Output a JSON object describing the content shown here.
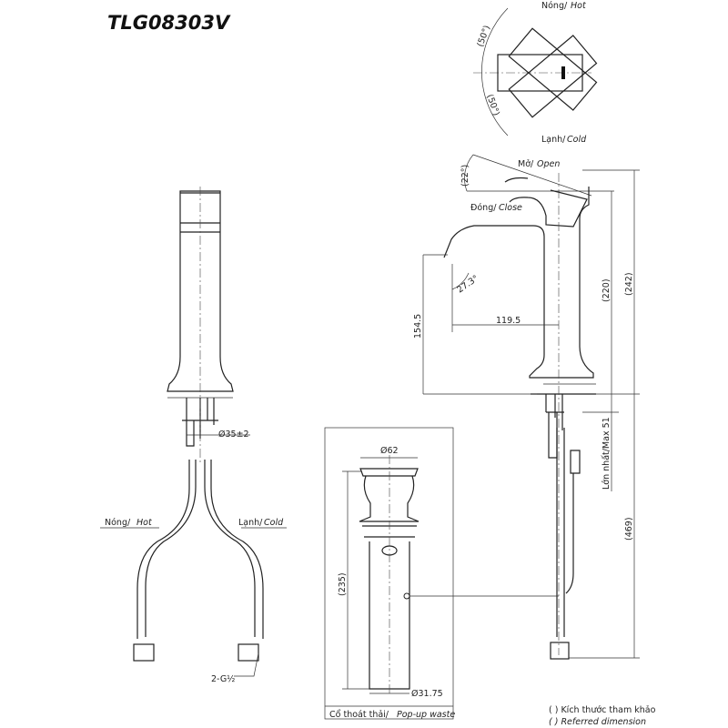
{
  "title": "TLG08303V",
  "top_view": {
    "hot": "Nóng/",
    "hot_en": "Hot",
    "cold": "Lạnh/",
    "cold_en": "Cold",
    "angle_hot": "(50°)",
    "angle_cold": "(50°)"
  },
  "side_view": {
    "open": "Mở/",
    "open_en": "Open",
    "close": "Đóng/",
    "close_en": "Close",
    "lever_angle": "(22°)",
    "spout_angle": "27.3°",
    "reach": "119.5",
    "spout_height": "154.5",
    "height_220": "(220)",
    "height_242": "(242)",
    "max_thickness": "Lớn nhất/Max 51",
    "total_469": "(469)"
  },
  "front_view": {
    "diameter": "Ø35±2",
    "hot": "Nóng/",
    "hot_en": "Hot",
    "cold": "Lạnh/",
    "cold_en": "Cold",
    "thread": "2-G½"
  },
  "waste": {
    "top_diameter": "Ø62",
    "height": "(235)",
    "bottom_diameter": "Ø31.75",
    "label": "Cổ thoát thải/",
    "label_en": "Pop-up waste"
  },
  "legend": {
    "vi": "( ) Kích thước tham khảo",
    "en": "( ) Referred dimension"
  }
}
